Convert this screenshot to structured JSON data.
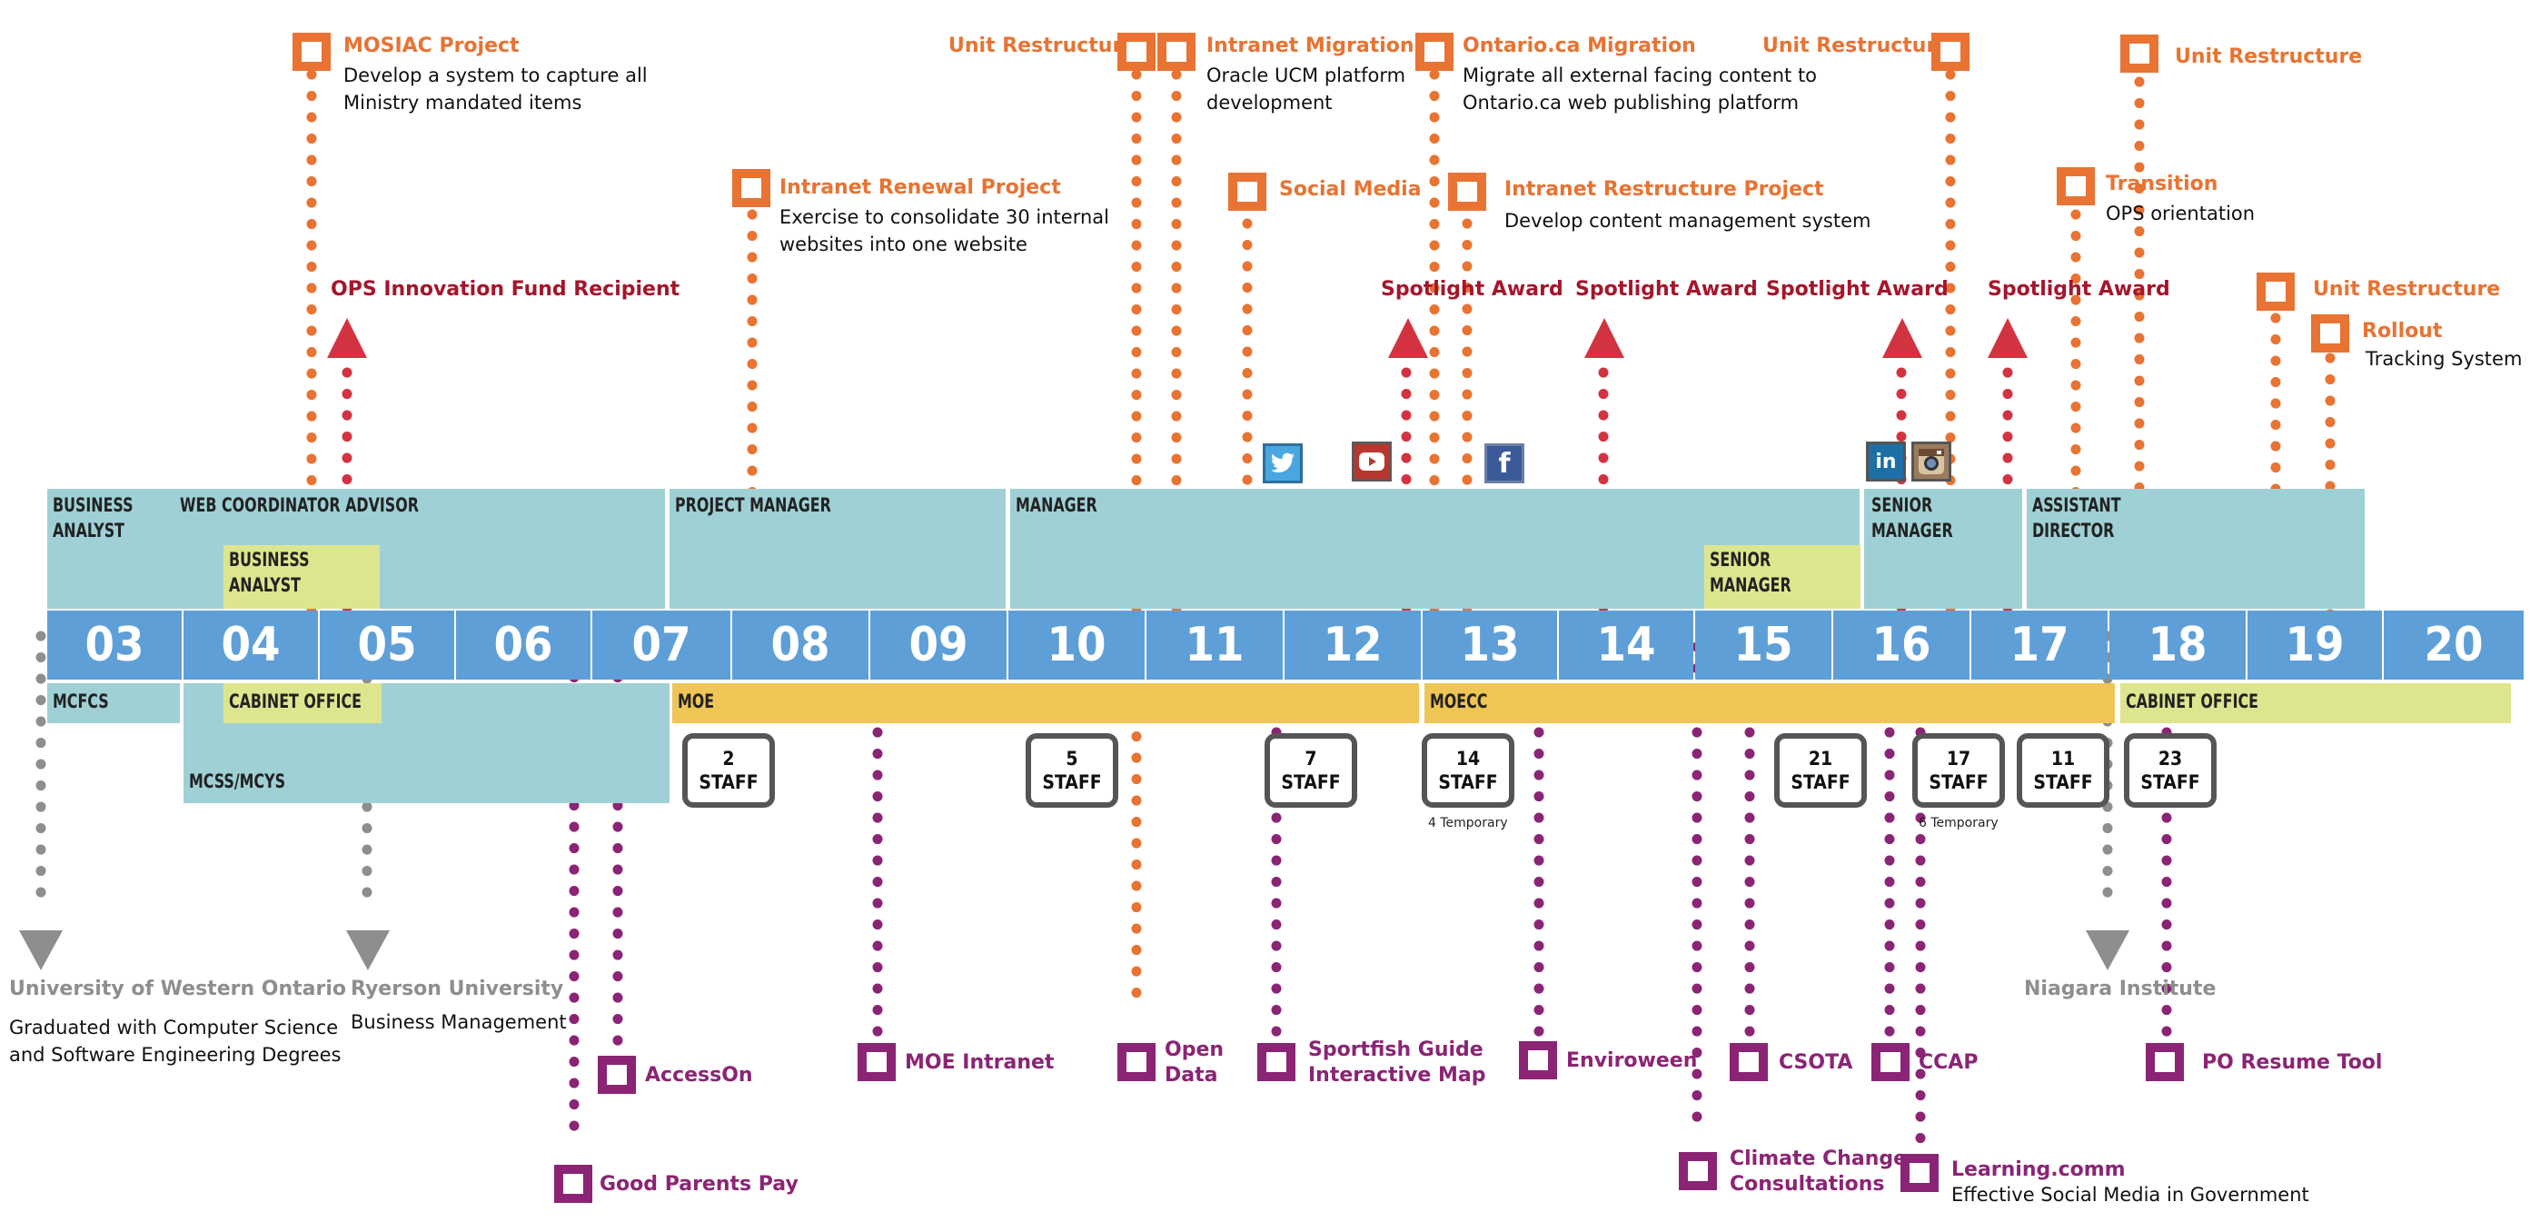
{
  "years": [
    "03",
    "04",
    "05",
    "06",
    "07",
    "08",
    "09",
    "10",
    "11",
    "12",
    "13",
    "14",
    "15",
    "16",
    "17",
    "18",
    "19",
    "20"
  ],
  "roles": {
    "business_analyst": "BUSINESS\nANALYST",
    "web_coordinator": "WEB COORDINATOR ADVISOR",
    "business_analyst_2": "BUSINESS\nANALYST",
    "project_manager": "PROJECT MANAGER",
    "manager": "MANAGER",
    "senior_manager": "SENIOR\nMANAGER",
    "senior_manager_2": "SENIOR\nMANAGER",
    "assistant_director": "ASSISTANT\nDIRECTOR"
  },
  "orgs": {
    "mcfcs": "MCFCS",
    "cabinet_office": "CABINET OFFICE",
    "mcss": "MCSS/MCYS",
    "moe": "MOE",
    "moecc": "MOECC",
    "cabinet_office_2": "CABINET OFFICE"
  },
  "staff": [
    {
      "label": "2\nSTAFF",
      "note": ""
    },
    {
      "label": "5\nSTAFF",
      "note": ""
    },
    {
      "label": "7\nSTAFF",
      "note": ""
    },
    {
      "label": "14\nSTAFF",
      "note": "4 Temporary"
    },
    {
      "label": "21\nSTAFF",
      "note": ""
    },
    {
      "label": "17\nSTAFF",
      "note": "6 Temporary"
    },
    {
      "label": "11\nSTAFF",
      "note": ""
    },
    {
      "label": "23\nSTAFF",
      "note": ""
    }
  ],
  "milestones": {
    "mosiac_title": "MOSIAC Project",
    "mosiac_desc": "Develop a system to capture all\nMinistry mandated items",
    "unit_restructure_1": "Unit Restructure",
    "intranet_migration_title": "Intranet Migration",
    "intranet_migration_desc": "Oracle UCM platform\ndevelopment",
    "ontario_title": "Ontario.ca Migration",
    "ontario_desc": "Migrate all external facing content to\nOntario.ca web publishing platform",
    "unit_restructure_2": "Unit Restructure",
    "unit_restructure_3": "Unit Restructure",
    "intranet_renewal_title": "Intranet Renewal Project",
    "intranet_renewal_desc": "Exercise to consolidate 30 internal\nwebsites into one website",
    "social_media": "Social Media",
    "intranet_restructure_title": "Intranet Restructure Project",
    "intranet_restructure_desc": "Develop content management system",
    "transition_title": "Transition",
    "transition_desc": "OPS orientation",
    "unit_restructure_4": "Unit Restructure",
    "rollout_title": "Rollout",
    "rollout_desc": "Tracking System"
  },
  "awards": {
    "ops_innovation": "OPS Innovation Fund Recipient",
    "spotlight_1": "Spotlight Award",
    "spotlight_2": "Spotlight Award",
    "spotlight_3": "Spotlight Award",
    "spotlight_4": "Spotlight Award"
  },
  "education": {
    "uwo_title": "University of Western Ontario",
    "uwo_desc": "Graduated with Computer Science\nand Software Engineering Degrees",
    "ryerson_title": "Ryerson University",
    "ryerson_desc": "Business Management",
    "niagara_title": "Niagara Institute"
  },
  "projects": {
    "accesson": "AccessOn",
    "good_parents_pay": "Good Parents Pay",
    "moe_intranet": "MOE Intranet",
    "open_data": "Open\nData",
    "sportfish": "Sportfish Guide\nInteractive Map",
    "enviroween": "Enviroween",
    "climate_change": "Climate Change\nConsultations",
    "csota": "CSOTA",
    "ccap": "CCAP",
    "learning_title": "Learning.comm",
    "learning_desc": "Effective Social Media in Government",
    "po_resume": "PO Resume Tool"
  },
  "colors": {
    "orange": "#e87332",
    "purple": "#8b2475",
    "red": "#d33340",
    "gray": "#8e8e8e",
    "teal": "#9fd0d5",
    "year_blue": "#5e9fd8",
    "moe_yellow": "#efc556",
    "light_yellow": "#dde68e"
  },
  "icons": [
    "twitter-icon",
    "youtube-icon",
    "facebook-icon",
    "linkedin-icon",
    "instagram-icon"
  ]
}
